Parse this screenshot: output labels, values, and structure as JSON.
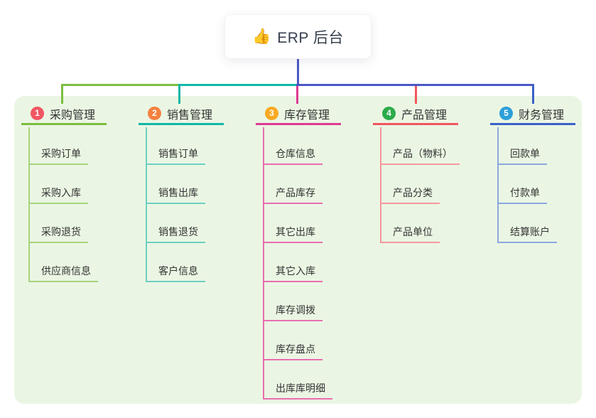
{
  "root": {
    "emoji": "👍",
    "label": "ERP 后台"
  },
  "palette": {
    "page_bg": "#ffffff",
    "panel_bg": "#eaf6e3",
    "root_line": "#4a58c5",
    "root_text": "#37404e",
    "node_text": "#333333"
  },
  "branches": [
    {
      "num": "1",
      "label": "采购管理",
      "badge_color": "#f25663",
      "line_color": "#7cbe41",
      "child_line_color": "#a7d37d",
      "children": [
        "采购订单",
        "采购入库",
        "采购退货",
        "供应商信息"
      ]
    },
    {
      "num": "2",
      "label": "销售管理",
      "badge_color": "#f5823f",
      "line_color": "#10b7a6",
      "child_line_color": "#6fcfc4",
      "children": [
        "销售订单",
        "销售出库",
        "销售退货",
        "客户信息"
      ]
    },
    {
      "num": "3",
      "label": "库存管理",
      "badge_color": "#f8a922",
      "line_color": "#df3a94",
      "child_line_color": "#ea6cb0",
      "children": [
        "仓库信息",
        "产品库存",
        "其它出库",
        "其它入库",
        "库存调拨",
        "库存盘点",
        "出库库明细"
      ]
    },
    {
      "num": "4",
      "label": "产品管理",
      "badge_color": "#2cab4b",
      "line_color": "#f2555e",
      "child_line_color": "#f5979d",
      "children": [
        "产品（物料）",
        "产品分类",
        "产品单位"
      ]
    },
    {
      "num": "5",
      "label": "财务管理",
      "badge_color": "#2b9fd8",
      "line_color": "#3a60c8",
      "child_line_color": "#8ba7e0",
      "children": [
        "回款单",
        "付款单",
        "结算账户"
      ]
    }
  ]
}
